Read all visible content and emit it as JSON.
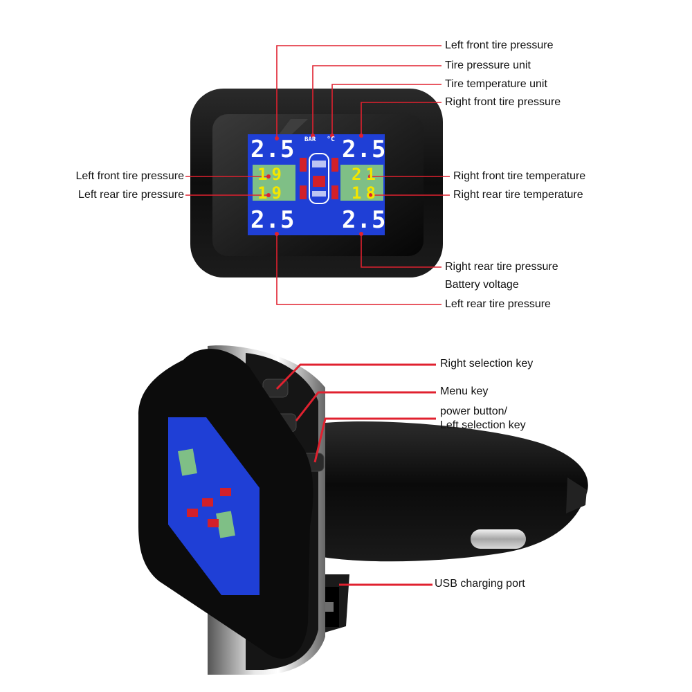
{
  "top_device": {
    "unit_pressure": "BAR",
    "unit_temperature": "°C",
    "left_front_pressure": "2.5",
    "right_front_pressure": "2.5",
    "left_rear_pressure": "2.5",
    "right_rear_pressure": "2.5",
    "left_front_temperature": "19",
    "left_rear_temperature": "19",
    "right_front_temperature": "21",
    "right_rear_temperature": "18"
  },
  "top_labels": {
    "left_front_tire_pressure_top": "Left front tire pressure",
    "tire_pressure_unit": "Tire pressure unit",
    "tire_temperature_unit": "Tire temperature unit",
    "right_front_tire_pressure": "Right front tire pressure",
    "left_front_tire_pressure_side": "Left front tire pressure",
    "left_rear_tire_pressure_side": "Left rear tire pressure",
    "right_front_tire_temperature": "Right front tire temperature",
    "right_rear_tire_temperature": "Right rear tire temperature",
    "right_rear_tire_pressure": "Right rear tire pressure",
    "battery_voltage": "Battery voltage",
    "left_rear_tire_pressure_bottom": "Left rear tire pressure"
  },
  "bottom_labels": {
    "right_selection_key": "Right selection key",
    "menu_key": "Menu key",
    "power_button_line1": "power button/",
    "power_button_line2": "Left selection key",
    "usb_charging_port": "USB charging port"
  },
  "colors": {
    "leader_line": "#e0212f",
    "screen_blue": "#1f3fd6",
    "digit_white": "#ffffff",
    "temp_bg": "#7fbf86",
    "temp_digit": "#f2e600",
    "tire_red": "#d2202a",
    "device_body": "#111111"
  }
}
